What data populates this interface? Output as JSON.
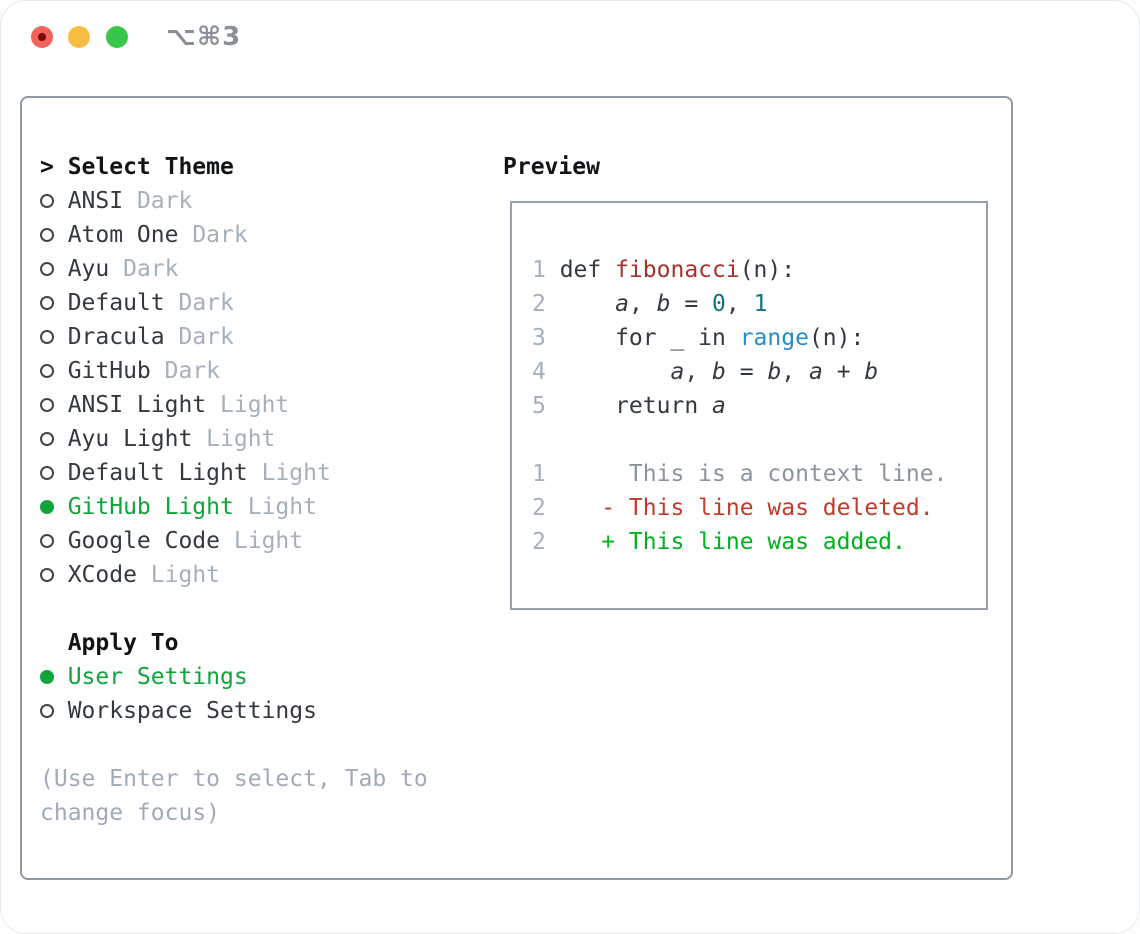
{
  "titlebar": {
    "shortcut": "⌥⌘3"
  },
  "colors": {
    "selected_green": "#0fa53a",
    "diff_added_green": "#02b01d",
    "diff_deleted_red": "#c23b2a",
    "function_red": "#a5332c",
    "number_teal": "#0e7580",
    "builtin_blue": "#2a8bc9",
    "muted_gray": "#a6b0bc",
    "panel_border": "#8e99a4",
    "traffic_red": "#f2635b",
    "traffic_yellow": "#f6bd41",
    "traffic_green": "#38c749"
  },
  "panel": {
    "select_theme": {
      "marker": ">",
      "label": "Select Theme"
    },
    "themes": [
      {
        "name": "ANSI",
        "variant": "Dark",
        "selected": false
      },
      {
        "name": "Atom One",
        "variant": "Dark",
        "selected": false
      },
      {
        "name": "Ayu",
        "variant": "Dark",
        "selected": false
      },
      {
        "name": "Default",
        "variant": "Dark",
        "selected": false
      },
      {
        "name": "Dracula",
        "variant": "Dark",
        "selected": false
      },
      {
        "name": "GitHub",
        "variant": "Dark",
        "selected": false
      },
      {
        "name": "ANSI Light",
        "variant": "Light",
        "selected": false
      },
      {
        "name": "Ayu Light",
        "variant": "Light",
        "selected": false
      },
      {
        "name": "Default Light",
        "variant": "Light",
        "selected": false
      },
      {
        "name": "GitHub Light",
        "variant": "Light",
        "selected": true
      },
      {
        "name": "Google Code",
        "variant": "Light",
        "selected": false
      },
      {
        "name": "XCode",
        "variant": "Light",
        "selected": false
      }
    ],
    "apply_to": {
      "label": "Apply To",
      "options": [
        {
          "name": "User Settings",
          "selected": true
        },
        {
          "name": "Workspace Settings",
          "selected": false
        }
      ]
    },
    "help": {
      "line1": "(Use Enter to select, Tab to",
      "line2": "change focus)"
    },
    "preview": {
      "label": "Preview",
      "code": {
        "l1": {
          "num": "1",
          "kw": "def ",
          "fn": "fibonacci",
          "rest": "(n):"
        },
        "l2": {
          "num": "2",
          "ind": "    ",
          "v1": "a",
          "p1": ", ",
          "v2": "b",
          "p2": " = ",
          "n1": "0",
          "p3": ", ",
          "n2": "1"
        },
        "l3": {
          "num": "3",
          "ind": "    ",
          "k1": "for _ in ",
          "fn": "range",
          "rest": "(n):"
        },
        "l4": {
          "num": "4",
          "ind": "        ",
          "v1": "a",
          "p1": ", ",
          "v2": "b",
          "p2": " = ",
          "v3": "b",
          "p3": ", ",
          "v4": "a",
          "p4": " + ",
          "v5": "b"
        },
        "l5": {
          "num": "5",
          "ind": "    ",
          "kw": "return ",
          "v1": "a"
        },
        "l7": {
          "num": "1",
          "text": "     This is a context line."
        },
        "l8": {
          "num": "2",
          "text": "   - This line was deleted."
        },
        "l9": {
          "num": "2",
          "text": "   + This line was added."
        }
      }
    }
  }
}
